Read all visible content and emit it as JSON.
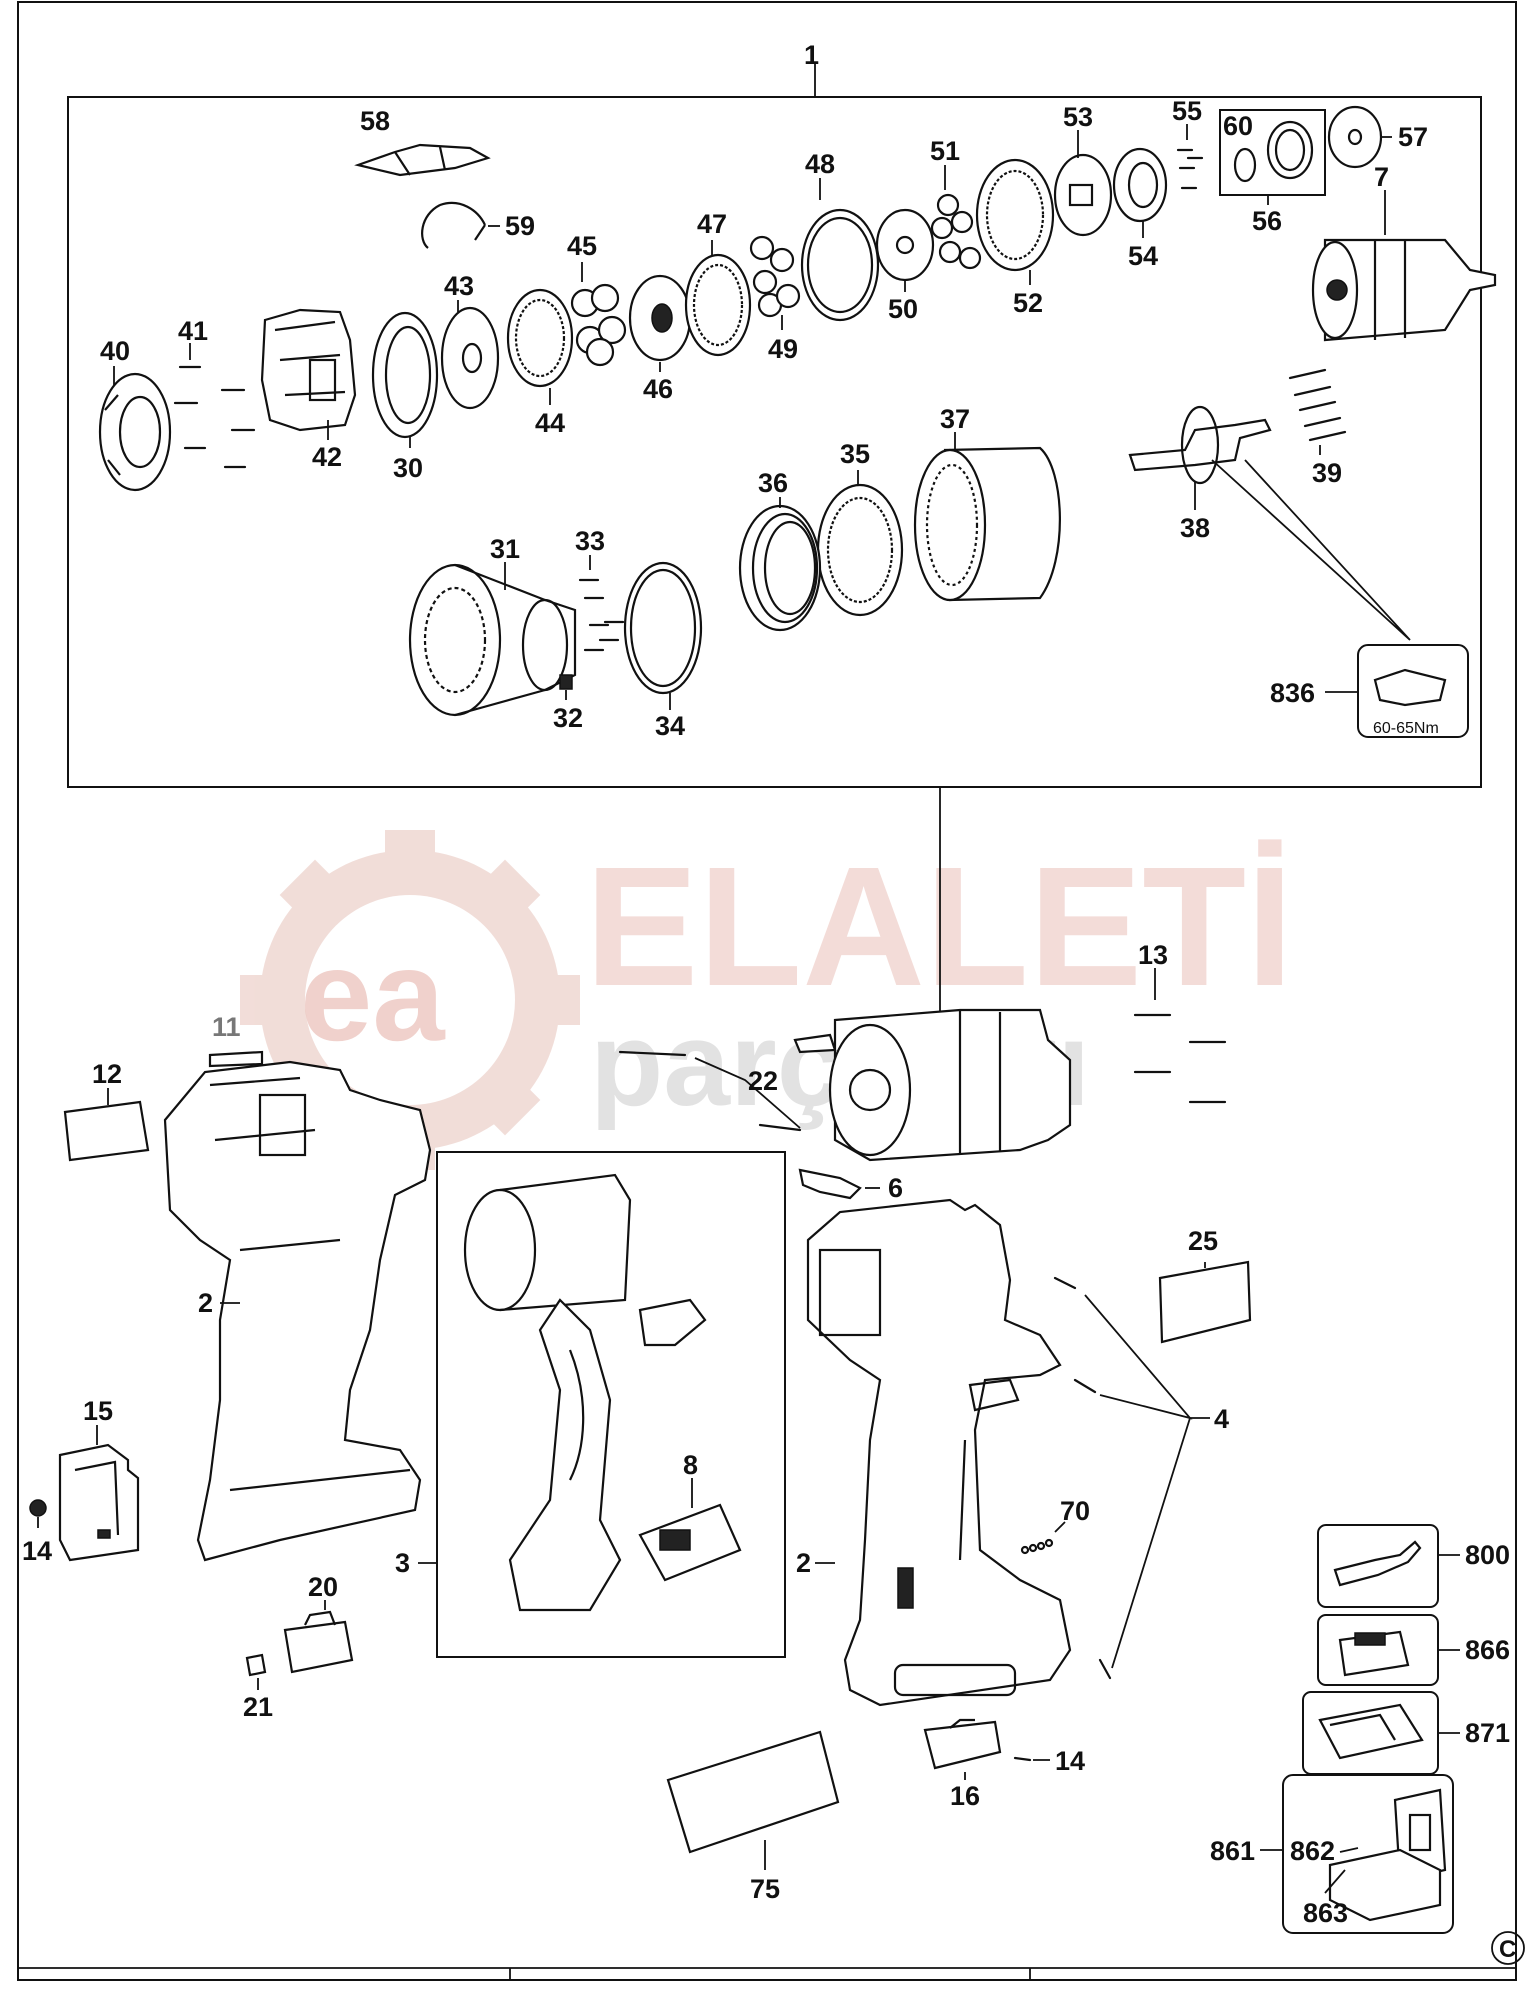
{
  "watermark": {
    "brand": "ELALETİ",
    "sub": "parçaları",
    "logo_letters": "ea",
    "brand_color": "#e2a59a",
    "gear_color": "#aaaaaa"
  },
  "copyright_symbol": "C",
  "torque_note": "60-65Nm",
  "labels": {
    "l1": "1",
    "l2a": "2",
    "l2b": "2",
    "l3": "3",
    "l4": "4",
    "l6": "6",
    "l7": "7",
    "l8": "8",
    "l11": "11",
    "l12": "12",
    "l13": "13",
    "l14a": "14",
    "l14b": "14",
    "l15": "15",
    "l16": "16",
    "l20": "20",
    "l21": "21",
    "l22": "22",
    "l25": "25",
    "l30": "30",
    "l31": "31",
    "l32": "32",
    "l33": "33",
    "l34": "34",
    "l35": "35",
    "l36": "36",
    "l37": "37",
    "l38": "38",
    "l39": "39",
    "l40": "40",
    "l41": "41",
    "l42": "42",
    "l43": "43",
    "l44": "44",
    "l45": "45",
    "l46": "46",
    "l47": "47",
    "l48": "48",
    "l49": "49",
    "l50": "50",
    "l51": "51",
    "l52": "52",
    "l53": "53",
    "l54": "54",
    "l55": "55",
    "l56": "56",
    "l57": "57",
    "l58": "58",
    "l59": "59",
    "l60": "60",
    "l70": "70",
    "l75": "75",
    "l800": "800",
    "l836": "836",
    "l861": "861",
    "l862": "862",
    "l863": "863",
    "l866": "866",
    "l871": "871"
  }
}
